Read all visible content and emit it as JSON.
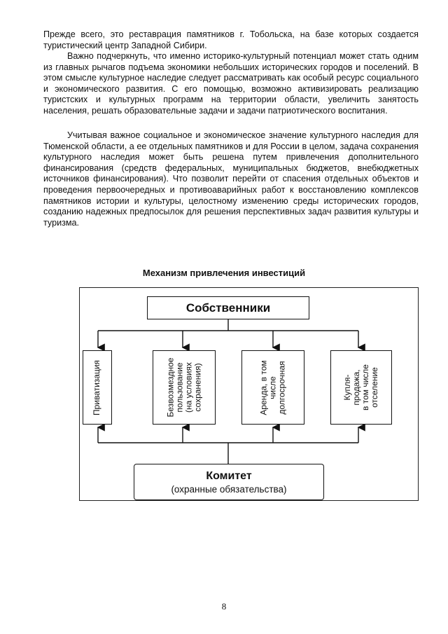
{
  "document": {
    "paragraph_1": "Прежде всего, это реставрация памятников г. Тобольска, на базе которых создается туристический центр Западной Сибири.",
    "paragraph_2": "Важно подчеркнуть, что именно историко-культурный потенциал может стать одним из главных рычагов подъема экономики небольших исторических городов и поселений. В этом смысле культурное наследие следует рассматривать как особый ресурс социального и экономического развития. С его помощью, возможно активизировать реализацию туристских и культурных программ на территории области, увеличить занятость населения, решать образовательные задачи и задачи патриотического воспитания.",
    "paragraph_3": "Учитывая важное социальное и экономическое значение культурного наследия для Тюменской области, а ее отдельных памятников и для России в целом, задача сохранения культурного наследия может быть решена путем привлечения дополнительного финансирования (средств федеральных, муниципальных бюджетов, внебюджетных источников финансирования). Что позволит перейти от спасения отдельных объектов и проведения первоочередных и противоаварийных работ к восстановлению комплексов памятников истории и культуры, целостному изменению среды исторических городов, созданию надежных предпосылок для решения перспективных задач развития культуры и туризма.",
    "page_number": "8"
  },
  "diagram": {
    "title": "Механизм привлечения инвестиций",
    "top_node": "Собственники",
    "branches": [
      "Приватизация",
      "Безвозмездное пользование (на условиях сохранения)",
      "Аренда, в том числе долгосрочная",
      "Купля-продажа, в том числе отселение"
    ],
    "branch_lines": [
      [
        "Приватизация"
      ],
      [
        "Безвозмездное",
        "пользование",
        "(на условиях",
        "сохранения)"
      ],
      [
        "Аренда, в том",
        "числе",
        "долгосрочная"
      ],
      [
        "Купля-",
        "продажа,",
        "в том числе",
        "отселение"
      ]
    ],
    "bottom_node": "Комитет",
    "bottom_node_note": "(охранные обязательства)"
  }
}
